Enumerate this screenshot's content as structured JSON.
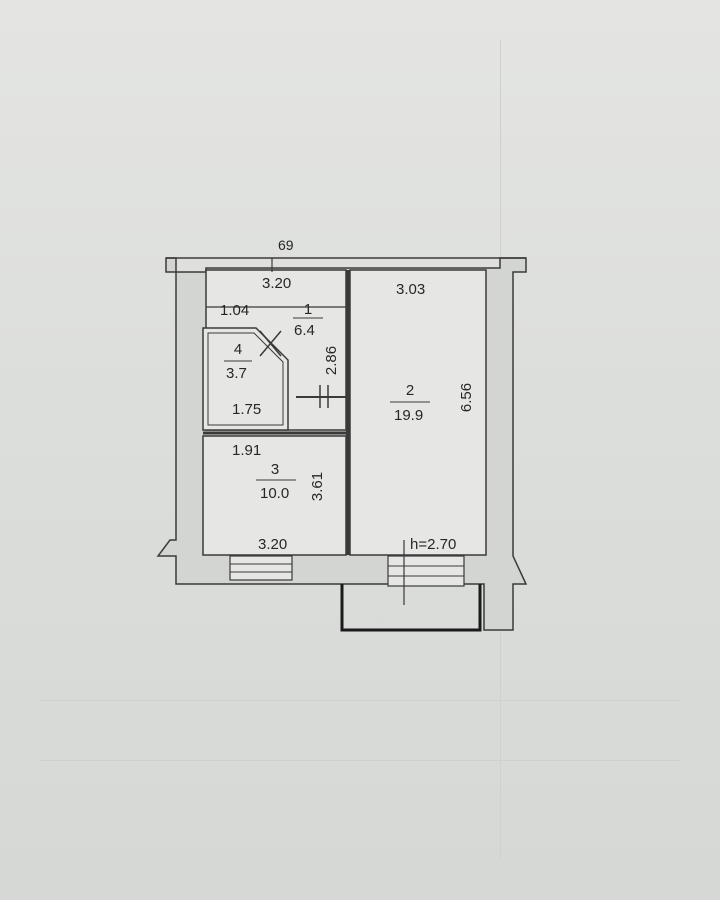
{
  "plan": {
    "wall_mark": "69",
    "height_label": "h=2.70",
    "rooms": [
      {
        "number": "1",
        "area": "6.4"
      },
      {
        "number": "2",
        "area": "19.9"
      },
      {
        "number": "3",
        "area": "10.0"
      },
      {
        "number": "4",
        "area": "3.7"
      }
    ],
    "dimensions": {
      "room1_width": "3.20",
      "room1_bottom_width": "1.04",
      "corridor_length": "2.86",
      "room2_width": "3.03",
      "room2_length": "6.56",
      "room3_top_width": "1.91",
      "room3_length": "3.61",
      "room3_width": "3.20",
      "room4_width": "1.75"
    }
  },
  "colors": {
    "background": "#dcdedc",
    "wall_fill": "#d3d5d3",
    "line": "#3a3a3a"
  }
}
